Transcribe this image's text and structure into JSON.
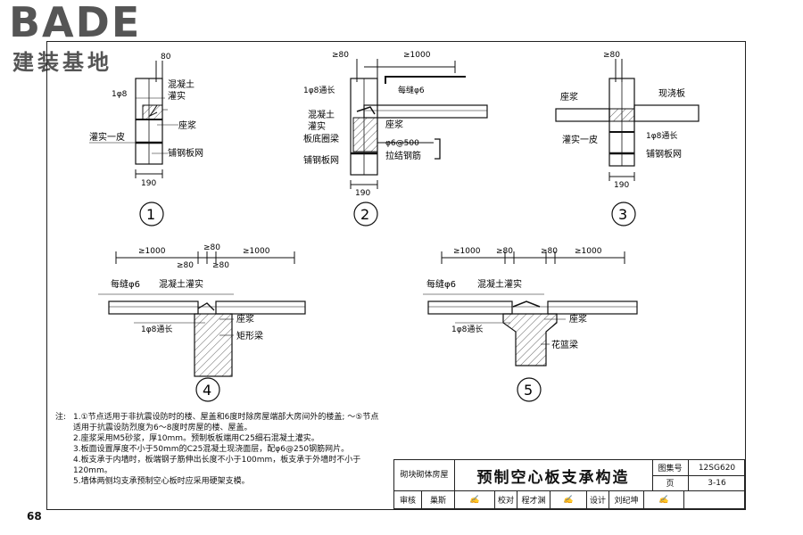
{
  "logo": {
    "brand": "BADE",
    "subtitle": "建装基地"
  },
  "details": {
    "d1": {
      "number": "1",
      "dims": {
        "top": "80",
        "bottom": "190"
      },
      "labels": {
        "bar": "1φ8",
        "concrete": "混凝土\n灌实",
        "mortar": "座浆",
        "grout": "灌实一皮",
        "mesh": "铺钢板网"
      }
    },
    "d2": {
      "number": "2",
      "dims": {
        "top_a": "≥80",
        "top_b": "≥1000",
        "bottom": "190"
      },
      "labels": {
        "bar": "1φ8通长",
        "per_seam": "每缝φ6",
        "concrete": "混凝土\n灌实",
        "ring_beam": "板底圈梁",
        "mortar": "座浆",
        "tie": "φ6@500",
        "tie_bar": "拉结钢筋",
        "mesh": "铺钢板网"
      }
    },
    "d3": {
      "number": "3",
      "dims": {
        "top": "≥80",
        "bottom": "190"
      },
      "labels": {
        "mortar": "座浆",
        "cast": "现浇板",
        "grout": "灌实一皮",
        "bar": "1φ8通长",
        "mesh": "铺钢板网"
      }
    },
    "d4": {
      "number": "4",
      "dims": {
        "a": "≥1000",
        "b": "≥80",
        "c": "≥1000",
        "d": "≥80",
        "e": "≥80"
      },
      "labels": {
        "per_seam": "每缝φ6",
        "concrete": "混凝土灌实",
        "bar": "1φ8通长",
        "mortar": "座浆",
        "beam": "矩形梁"
      }
    },
    "d5": {
      "number": "5",
      "dims": {
        "a": "≥1000",
        "b": "≥80",
        "c": "≥80",
        "d": "≥1000"
      },
      "labels": {
        "per_seam": "每缝φ6",
        "concrete": "混凝土灌实",
        "bar": "1φ8通长",
        "mortar": "座浆",
        "beam": "花篮梁"
      }
    }
  },
  "notes": {
    "lead": "注:",
    "items": [
      "1.①节点适用于非抗震设防时的楼、屋盖和6度时除房屋端部大房间外的楼盖;  ～⑤节点适用于抗震设防烈度为6～8度时房屋的楼、屋盖。",
      "2.座浆采用M5砂浆，厚10mm。预制板板端用C25细石混凝土灌实。",
      "3.板面设置厚度不小于50mm的C25混凝土现浇面层，配φ6@250钢筋网片。",
      "4.板支承于内墙时，板端钢子筋伸出长度不小于100mm，板支承于外墙时不小于120mm。",
      "5.墙体两侧均支承预制空心板时应采用硬架支模。"
    ]
  },
  "titleblock": {
    "category": "砌块砌体房屋",
    "title": "预制空心板支承构造",
    "atlas_label": "图集号",
    "atlas_no": "12SG620",
    "page_label": "页",
    "page_no": "3-16",
    "review_label": "审核",
    "reviewer": "巢斯",
    "check_label": "校对",
    "checker": "程才渊",
    "design_label": "设计",
    "designer": "刘纪坤"
  },
  "page_number": "68"
}
